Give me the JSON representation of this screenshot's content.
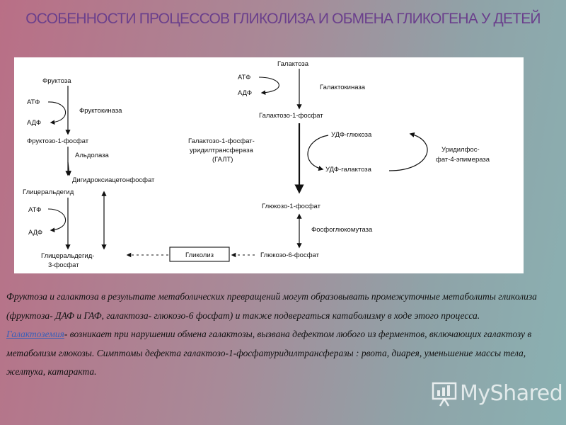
{
  "title": "ОСОБЕННОСТИ ПРОЦЕССОВ ГЛИКОЛИЗА И ОБМЕНА ГЛИКОГЕНА У ДЕТЕЙ",
  "diagram": {
    "fructose": "Фруктоза",
    "atp1": "АТФ",
    "adp1": "АДФ",
    "fructokinase": "Фруктокиназа",
    "fructose1p": "Фруктозо-1-фосфат",
    "aldolase": "Альдолаза",
    "dhap": "Дигидроксиацетонфосфат",
    "glyceraldehyde": "Глицеральдегид",
    "atp2": "АТФ",
    "adp2": "АДФ",
    "g3p_line1": "Глицеральдегид-",
    "g3p_line2": "3-фосфат",
    "glycolysis": "Гликолиз",
    "galactose": "Галактоза",
    "atp3": "АТФ",
    "adp3": "АДФ",
    "galactokinase": "Галактокиназа",
    "galactose1p": "Галактозо-1-фосфат",
    "galt_line1": "Галактозо-1-фосфат-",
    "galt_line2": "уридилтрансфераза",
    "galt_line3": "(ГАЛТ)",
    "udp_glucose": "УДФ-глюкоза",
    "udp_galactose": "УДФ-галактоза",
    "epimerase_line1": "Уридилфос-",
    "epimerase_line2": "фат-4-эпимераза",
    "glucose1p": "Глюкозо-1-фосфат",
    "phosphoglucomutase": "Фосфоглюкомутаза",
    "glucose6p": "Глюкозо-6-фосфат"
  },
  "text": {
    "p1": "Фруктоза и галактоза в результате метаболических превращений могут образовывать промежуточные метаболиты гликолиза (фруктоза- ДАФ и ГАФ, галактоза- глюкозо-6 фосфат) и также подвергаться катаболизму в ходе этого процесса.",
    "link": "Галактоземия",
    "p2": "- возникает при нарушении обмена галактозы, вызвана дефектом любого из ферментов, включающих галактозу в метаболизм глюкозы. Симптомы дефекта галактозо-1-фосфатуридилтрансферазы : рвота, диарея, уменьшение массы тела, желтуха, катаракта."
  },
  "watermark": "MyShared"
}
